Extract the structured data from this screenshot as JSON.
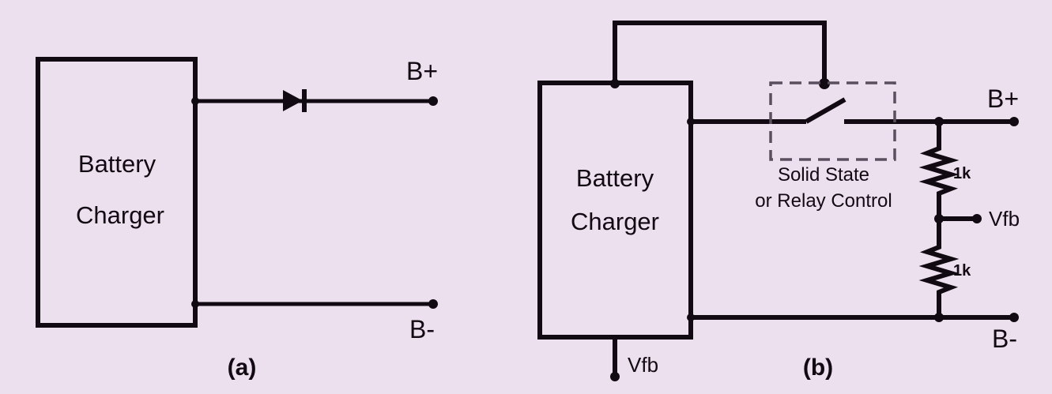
{
  "colors": {
    "background": "#ece0ee",
    "line": "#120a12",
    "dashed_outline": "#5a4f5e"
  },
  "diagram_a": {
    "caption": "(a)",
    "box_label_line1": "Battery",
    "box_label_line2": "Charger",
    "terminal_positive": "B+",
    "terminal_negative": "B-"
  },
  "diagram_b": {
    "caption": "(b)",
    "box_label_line1": "Battery",
    "box_label_line2": "Charger",
    "terminal_positive": "B+",
    "terminal_negative": "B-",
    "switch_label_line1": "Solid State",
    "switch_label_line2": "or Relay Control",
    "resistor_top_value": "1k",
    "resistor_bottom_value": "1k",
    "feedback_tap_label": "Vfb",
    "charger_feedback_label": "Vfb"
  }
}
